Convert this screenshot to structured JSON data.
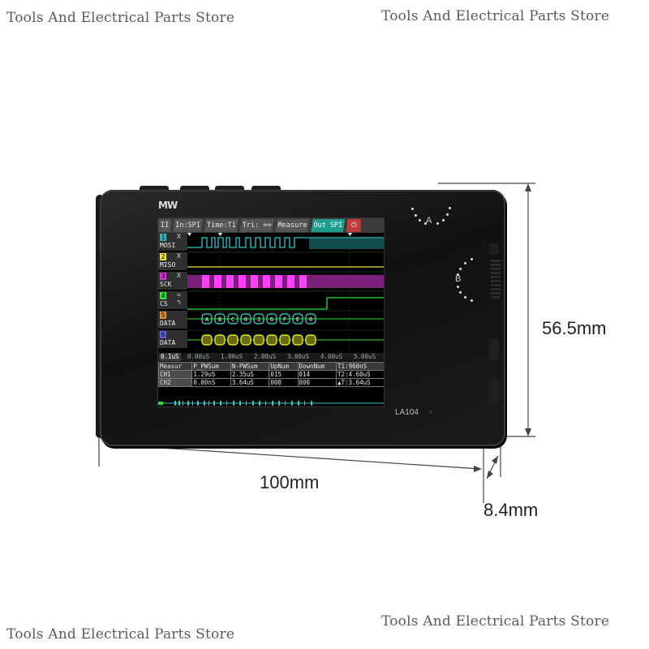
{
  "watermarks": {
    "top_left": "Tools And Electrical Parts Store",
    "top_right": "Tools And Electrical Parts Store",
    "bottom_left": "Tools And Electrical Parts Store",
    "bottom_right": "Tools And Electrical Parts Store"
  },
  "dimensions": {
    "height": "56.5mm",
    "width": "100mm",
    "depth": "8.4mm"
  },
  "device": {
    "logo": "MW",
    "model": "LA104",
    "knob_a": "A",
    "knob_b": "B"
  },
  "screen": {
    "topbar": [
      "II",
      "In:SPI",
      "Time:T1",
      "Tri: ==",
      "Measure",
      "Out SPI",
      "⏻"
    ],
    "channels": [
      {
        "num": "1",
        "name": "MOSI",
        "symbol": "X",
        "num_color": "#32b4b4"
      },
      {
        "num": "2",
        "name": "MISO",
        "symbol": "X",
        "num_color": "#e6e62a"
      },
      {
        "num": "3",
        "name": "SCK",
        "symbol": "X",
        "num_color": "#e02ee0"
      },
      {
        "num": "4",
        "name": "CS",
        "symbol": "= ↰",
        "num_color": "#2ee02e"
      },
      {
        "num": "5",
        "name": "DATA",
        "symbol": "",
        "num_color": "#e0902e"
      },
      {
        "num": "6",
        "name": "DATA",
        "symbol": "",
        "num_color": "#6060e0"
      }
    ],
    "decoded_mosi": [
      "A",
      "B",
      "C",
      "0",
      "3",
      "6",
      "F",
      "E",
      "0"
    ],
    "time_scale": [
      "0.1uS",
      "0.00uS",
      "1.00uS",
      "2.00uS",
      "3.00uS",
      "4.00uS",
      "5.00uS"
    ],
    "table": {
      "header": [
        "Measur",
        "P_PWSum",
        "N-PWSum",
        "UpNum",
        "DownNum",
        "T1:960nS"
      ],
      "rows": [
        [
          "CH1",
          "1.29uS",
          "2.35uS",
          "015",
          "014",
          "T2:4.60uS"
        ],
        [
          "CH2",
          "0.00nS",
          "3.64uS",
          "000",
          "000",
          "▲T:3.64uS"
        ]
      ]
    }
  },
  "colors": {
    "ch1": "#32c8c8",
    "ch2": "#e6e62a",
    "ch3": "#e02ee0",
    "ch4": "#2ee02e",
    "accent_tab": "#1e9c8e"
  }
}
